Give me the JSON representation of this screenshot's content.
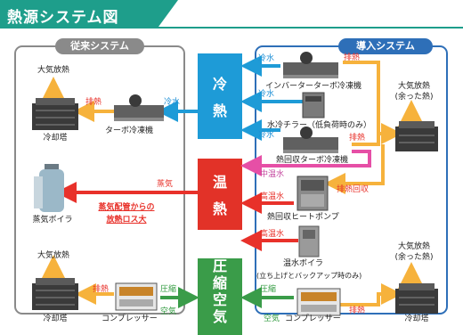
{
  "title": "熱源システム図",
  "left_panel": {
    "header": "従来システム",
    "atmos_release_top": "大気放熱",
    "atmos_release_bottom": "大気放熱",
    "exhaust_heat_1": "排熱",
    "cold_water": "冷水",
    "turbo_chiller": "ターボ冷凍機",
    "cooling_tower_1": "冷却塔",
    "steam": "蒸気",
    "steam_boiler": "蒸気ボイラ",
    "loss_line1": "蒸気配管からの",
    "loss_line2": "放熱ロス大",
    "exhaust_heat_2": "排熱",
    "compressed": "圧縮",
    "air": "空気",
    "cooling_tower_2": "冷却塔",
    "compressor": "コンプレッサー"
  },
  "hubs": {
    "cold": [
      "冷",
      "熱"
    ],
    "warm": [
      "温",
      "熱"
    ],
    "air": [
      "圧",
      "縮",
      "空",
      "気"
    ]
  },
  "right_panel": {
    "header": "導入システム",
    "cold_water_1": "冷水",
    "exhaust_heat_1": "排熱",
    "inverter_turbo": "インバーターターボ冷凍機",
    "cold_water_2": "冷水",
    "water_chiller": "水冷チラー（低負荷時のみ）",
    "cold_water_3": "冷水",
    "exhaust_heat_2": "排熱",
    "heat_recovery_turbo": "熱回収ターボ冷凍機",
    "atmos_release_1": "大気放熱",
    "surplus_1": "(余った熱)",
    "mid_temp_water": "中温水",
    "exhaust_recovery": "排熱回収",
    "high_temp_water_1": "高温水",
    "heat_pump": "熱回収ヒートポンプ",
    "high_temp_water_2": "高温水",
    "hot_water_boiler": "温水ボイラ",
    "backup_note": "(立ち上げとバックアップ時のみ)",
    "compressed": "圧縮",
    "atmos_release_2": "大気放熱",
    "surplus_2": "(余った熱)",
    "air": "空気",
    "compressor": "コンプレッサー",
    "exhaust_heat_3": "排熱",
    "cooling_tower": "冷却塔"
  },
  "colors": {
    "title_bg": "#1e9e8b",
    "left_border": "#8a8a8a",
    "right_border": "#2e6fb8",
    "cold_hub": "#1e9bd7",
    "warm_hub": "#e23228",
    "air_hub": "#3a9c49",
    "heat_arrow": "#f6b23c",
    "steam_arrow": "#e8312a",
    "pink_arrow": "#e64fa6"
  }
}
